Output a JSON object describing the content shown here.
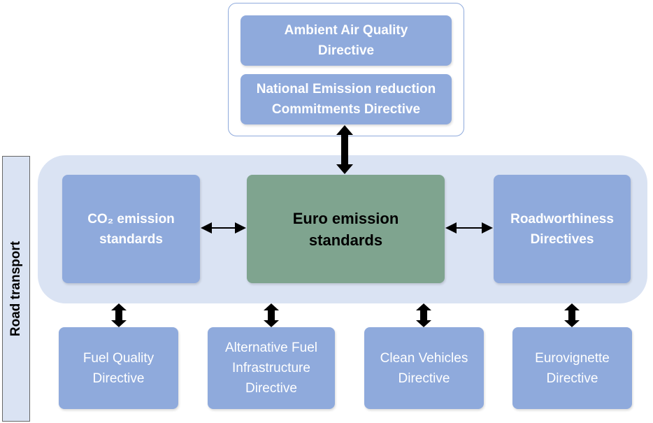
{
  "top_group": {
    "items": [
      "Ambient Air Quality\nDirective",
      "National Emission reduction\nCommitments Directive"
    ]
  },
  "side_label": "Road transport",
  "core": {
    "left": "CO₂ emission\nstandards",
    "center": "Euro emission\nstandards",
    "right": "Roadworthiness\nDirectives"
  },
  "bottom": [
    "Fuel Quality\nDirective",
    "Alternative Fuel\nInfrastructure\nDirective",
    "Clean Vehicles\nDirective",
    "Eurovignette\nDirective"
  ],
  "colors": {
    "box": "#8faadc",
    "center": "#7fa48f",
    "band": "#dae3f3"
  }
}
